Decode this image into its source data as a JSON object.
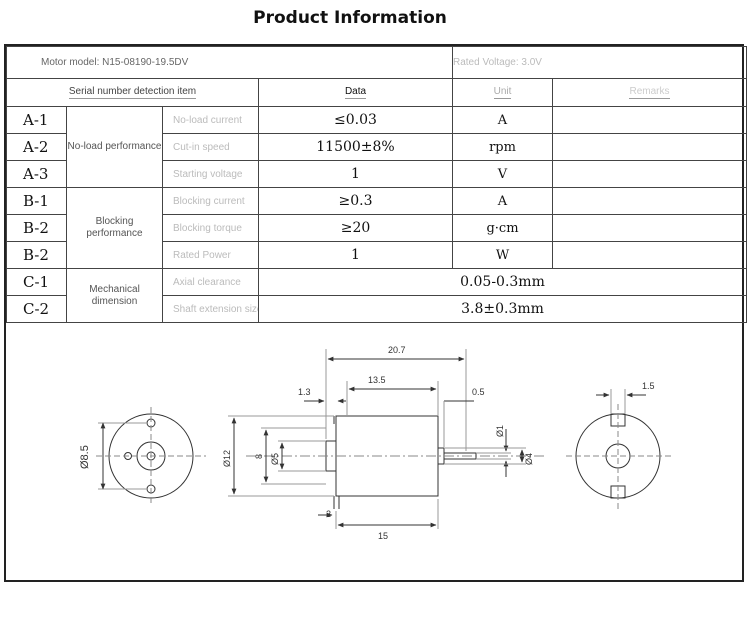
{
  "title": "Product Information",
  "header": {
    "motor_model": "Motor model: N15-08190-19.5DV",
    "rated_voltage": "Rated Voltage: 3.0V"
  },
  "columns": {
    "serial": "Serial number detection item",
    "data": "Data",
    "unit": "Unit",
    "remarks": "Remarks"
  },
  "groups": {
    "no_load": "No-load performance",
    "blocking": "Blocking performance",
    "mechanical": "Mechanical dimension"
  },
  "rows": [
    {
      "code": "A-1",
      "param": "No-load current",
      "value": "≤0.03",
      "unit": "A",
      "remarks": ""
    },
    {
      "code": "A-2",
      "param": "Cut-in speed",
      "value": "11500±8%",
      "unit": "rpm",
      "remarks": ""
    },
    {
      "code": "A-3",
      "param": "Starting voltage",
      "value": "1",
      "unit": "V",
      "remarks": ""
    },
    {
      "code": "B-1",
      "param": "Blocking current",
      "value": "≥0.3",
      "unit": "A",
      "remarks": ""
    },
    {
      "code": "B-2",
      "param": "Blocking torque",
      "value": "≥20",
      "unit": "g·cm",
      "remarks": ""
    },
    {
      "code": "B-2",
      "param": "Rated Power",
      "value": "1",
      "unit": "W",
      "remarks": ""
    },
    {
      "code": "C-1",
      "param": "Axial clearance",
      "value": "0.05-0.3mm"
    },
    {
      "code": "C-2",
      "param": "Shaft extension size",
      "value": "3.8±0.3mm"
    }
  ],
  "drawing": {
    "dims": {
      "overall": "20.7",
      "body": "13.5",
      "shaft_gap": "0.5",
      "front_boss": "1.3",
      "flat": "1.5",
      "outer_dia": "Ø12",
      "mid_dia": "8",
      "boss_dia": "Ø5",
      "shaft_dia": "Ø1",
      "end_dia": "Ø4",
      "hole_circle": "Ø8.5",
      "terminal": "2",
      "length": "15"
    }
  }
}
